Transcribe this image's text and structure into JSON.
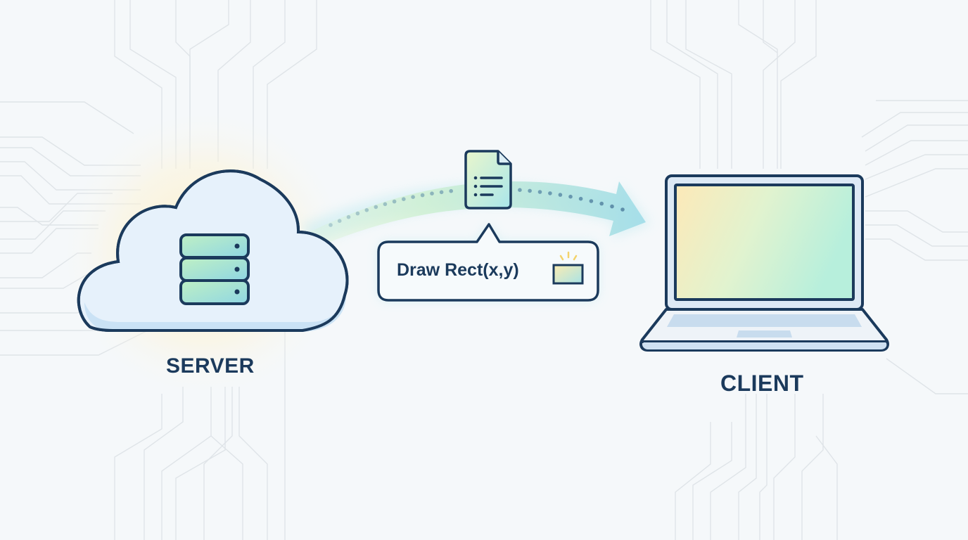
{
  "diagram": {
    "nodes": [
      {
        "id": "server",
        "label": "SERVER",
        "icon": "cloud-server-icon"
      },
      {
        "id": "client",
        "label": "CLIENT",
        "icon": "laptop-icon"
      }
    ],
    "edge": {
      "from": "server",
      "to": "client",
      "style": "dotted-arrow",
      "payload_icon": "document-icon",
      "callout_text": "Draw Rect(x,y)",
      "callout_icon": "rectangle-sparkle-icon"
    },
    "colors": {
      "outline": "#1b3a5c",
      "cloud_fill": "#e6f1fb",
      "green": "#b9efc6",
      "teal": "#8fd9e6",
      "yellow": "#fde9b0",
      "circuit": "#dfe4e8",
      "background": "#f5f8fa"
    }
  }
}
